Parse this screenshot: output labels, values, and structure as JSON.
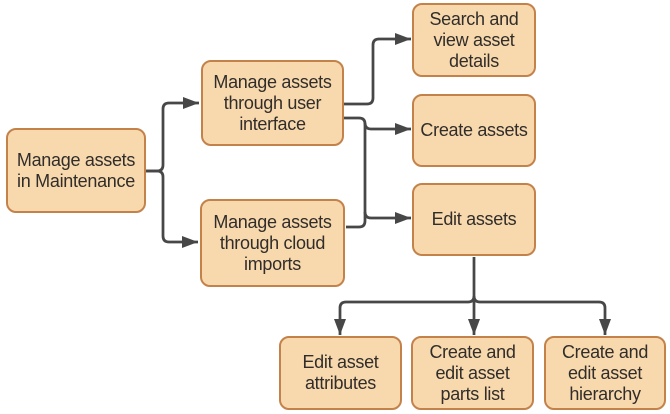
{
  "diagram": {
    "colors": {
      "background": "#FFFFFF",
      "node_fill": "#F8D9AE",
      "node_border": "#C4824B",
      "connector": "#474747",
      "text": "#312D2A"
    },
    "nodes": {
      "root": {
        "label": "Manage assets in Maintenance",
        "lines": [
          "Manage assets",
          "in Maintenance"
        ]
      },
      "ui": {
        "label": "Manage assets through user interface",
        "lines": [
          "Manage assets",
          "through user",
          "interface"
        ]
      },
      "cloud": {
        "label": "Manage assets through cloud imports",
        "lines": [
          "Manage assets",
          "through cloud",
          "imports"
        ]
      },
      "search": {
        "label": "Search and view asset details",
        "lines": [
          "Search and",
          "view asset",
          "details"
        ]
      },
      "create": {
        "label": "Create assets",
        "lines": [
          "Create assets"
        ]
      },
      "edit": {
        "label": "Edit assets",
        "lines": [
          "Edit assets"
        ]
      },
      "attributes": {
        "label": "Edit asset attributes",
        "lines": [
          "Edit asset",
          "attributes"
        ]
      },
      "parts": {
        "label": "Create and edit asset parts list",
        "lines": [
          "Create and",
          "edit asset",
          "parts list"
        ]
      },
      "hierarchy": {
        "label": "Create and edit asset hierarchy",
        "lines": [
          "Create and",
          "edit asset",
          "hierarchy"
        ]
      }
    },
    "edges": [
      {
        "from": "root",
        "to": "ui"
      },
      {
        "from": "root",
        "to": "cloud"
      },
      {
        "from": "ui",
        "to": "search"
      },
      {
        "from": "ui",
        "to": "create"
      },
      {
        "from": "ui",
        "to": "edit"
      },
      {
        "from": "cloud",
        "to": "create"
      },
      {
        "from": "cloud",
        "to": "edit"
      },
      {
        "from": "edit",
        "to": "attributes"
      },
      {
        "from": "edit",
        "to": "parts"
      },
      {
        "from": "edit",
        "to": "hierarchy"
      }
    ]
  }
}
